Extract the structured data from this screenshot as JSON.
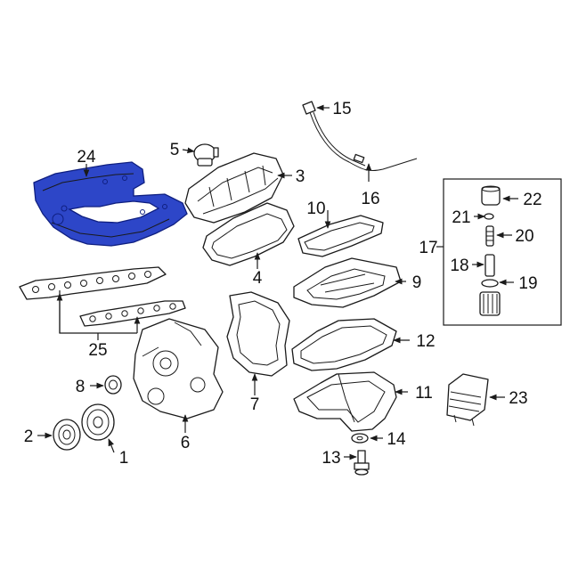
{
  "colors": {
    "background": "#ffffff",
    "line": "#1a1a1a",
    "highlight_fill": "#2d46c8",
    "highlight_stroke": "#0f1f80"
  },
  "callouts": {
    "c1": "1",
    "c2": "2",
    "c3": "3",
    "c4": "4",
    "c5": "5",
    "c6": "6",
    "c7": "7",
    "c8": "8",
    "c9": "9",
    "c10": "10",
    "c11": "11",
    "c12": "12",
    "c13": "13",
    "c14": "14",
    "c15": "15",
    "c16": "16",
    "c17": "17",
    "c18": "18",
    "c19": "19",
    "c20": "20",
    "c21": "21",
    "c22": "22",
    "c23": "23",
    "c24": "24",
    "c25": "25"
  }
}
